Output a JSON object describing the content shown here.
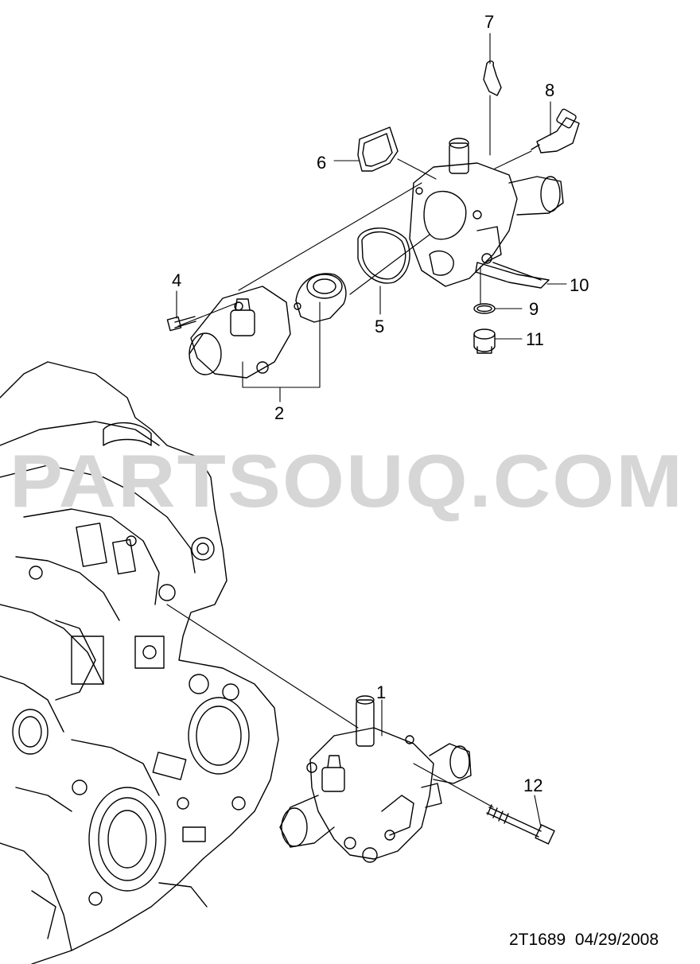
{
  "watermark": "PARTSOUQ.COM",
  "callouts": [
    "1",
    "2",
    "4",
    "5",
    "6",
    "7",
    "8",
    "9",
    "10",
    "11",
    "12"
  ],
  "footer": {
    "code": "2T1689",
    "date": "04/29/2008"
  },
  "colors": {
    "line": "#000000",
    "watermark": "#d6d6d6"
  }
}
